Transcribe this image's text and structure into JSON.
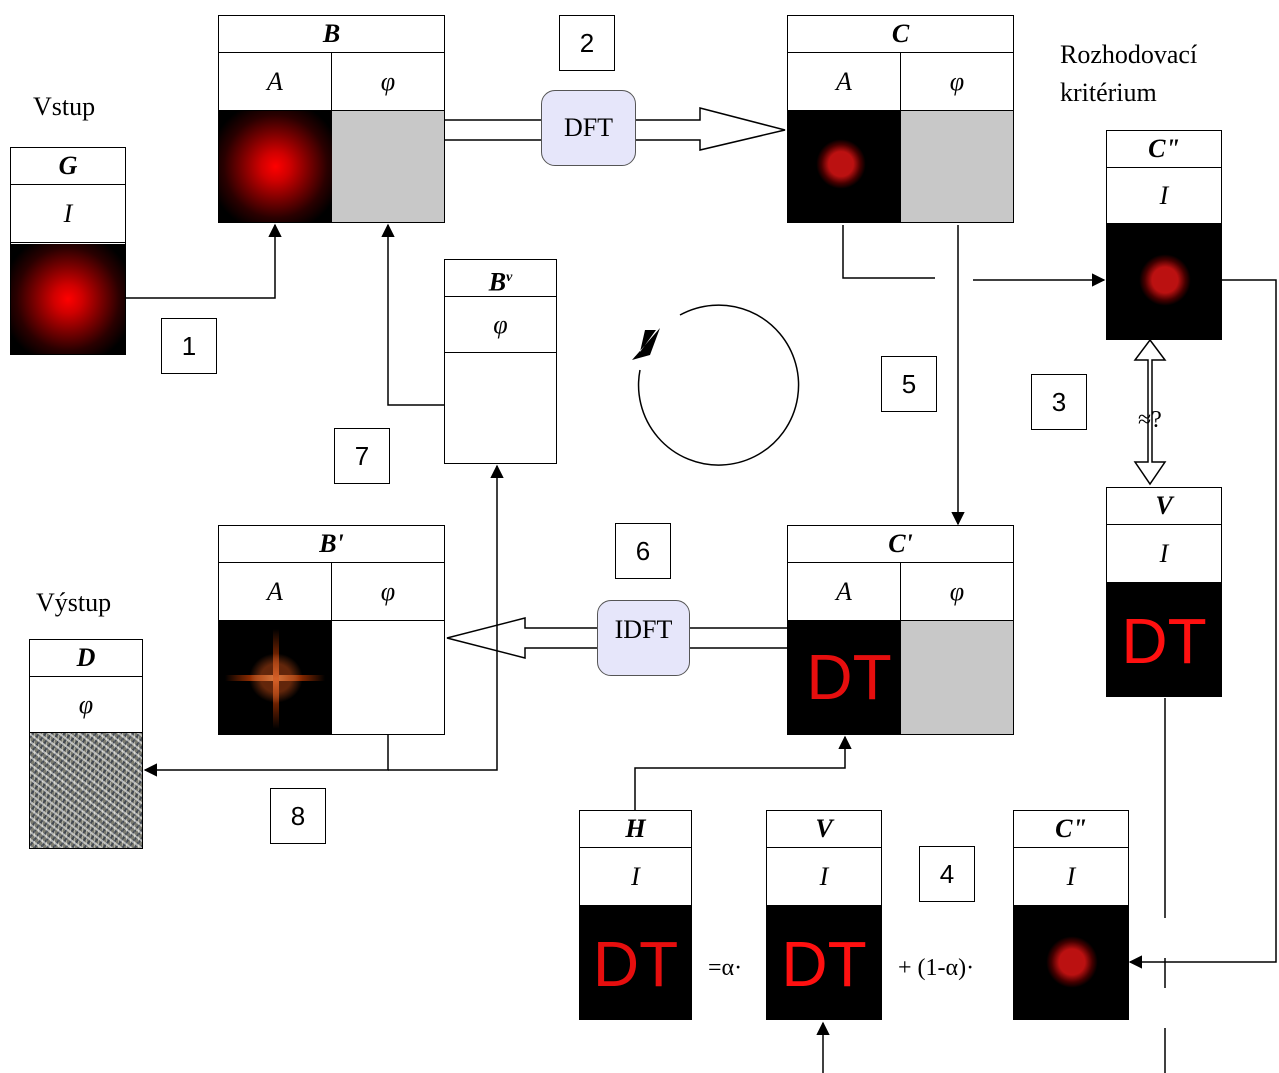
{
  "labels": {
    "vstup": "Vstup",
    "vystup": "Výstup",
    "criterion_line1": "Rozhodovací",
    "criterion_line2": "kritérium"
  },
  "steps": [
    "1",
    "2",
    "3",
    "4",
    "5",
    "6",
    "7",
    "8"
  ],
  "operations": {
    "dft": "DFT",
    "idft": "IDFT",
    "compare": "≈?"
  },
  "formula": {
    "eq_alpha": "=α·",
    "plus_one_minus_alpha": "+ (1-α)·"
  },
  "blocks": {
    "G": {
      "title": "G",
      "sub": "I"
    },
    "B": {
      "title": "B",
      "sub_a": "A",
      "sub_phi": "φ"
    },
    "C": {
      "title": "C",
      "sub_a": "A",
      "sub_phi": "φ"
    },
    "Cpp_top": {
      "title": "C\"",
      "sub": "I"
    },
    "Bv": {
      "title": "B",
      "sup": "v",
      "sub": "φ"
    },
    "Bp": {
      "title": "B'",
      "sub_a": "A",
      "sub_phi": "φ"
    },
    "Cp": {
      "title": "C'",
      "sub_a": "A",
      "sub_phi": "φ",
      "image_text": "DT"
    },
    "V_right": {
      "title": "V",
      "sub": "I",
      "image_text": "DT"
    },
    "D": {
      "title": "D",
      "sub": "φ"
    },
    "H": {
      "title": "H",
      "sub": "I",
      "image_text": "DT"
    },
    "V_bottom": {
      "title": "V",
      "sub": "I",
      "image_text": "DT"
    },
    "Cpp_bottom": {
      "title": "C\"",
      "sub": "I"
    }
  },
  "colors": {
    "pill": "#e6e6fa",
    "phase_gray": "#c8c8c8",
    "signal_red": "#ff1010"
  }
}
